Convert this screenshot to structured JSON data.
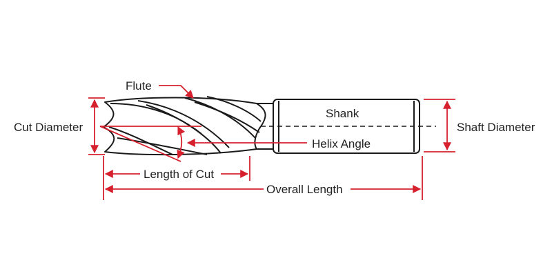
{
  "labels": {
    "flute": "Flute",
    "shank": "Shank",
    "cut_diameter": "Cut Diameter",
    "shaft_diameter": "Shaft Diameter",
    "helix_angle": "Helix Angle",
    "length_of_cut": "Length of Cut",
    "overall_length": "Overall Length"
  },
  "colors": {
    "dimension": "#d6202e",
    "outline": "#1a1a1a",
    "text": "#222222"
  }
}
